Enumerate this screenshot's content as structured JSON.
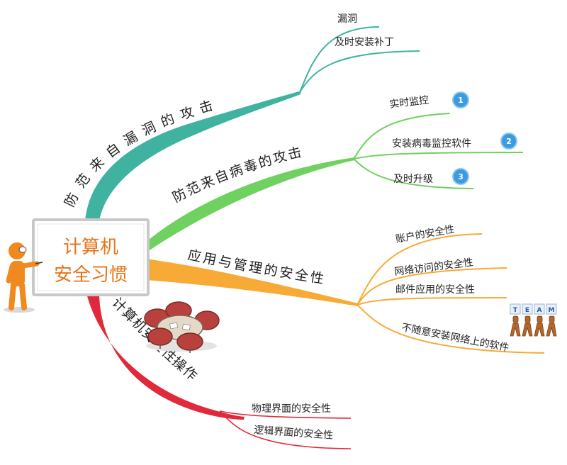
{
  "center": {
    "line1": "计算机",
    "line2": "安全习惯"
  },
  "branches": [
    {
      "label": "防范来自漏洞的攻击",
      "color": "#3fb3a0",
      "leaves": [
        "漏洞",
        "及时安装补丁"
      ]
    },
    {
      "label": "防范来自病毒的攻击",
      "color": "#6fd160",
      "leaves": [
        "实时监控",
        "安装病毒监控软件",
        "及时升级"
      ],
      "badges": [
        "1",
        "2",
        "3"
      ]
    },
    {
      "label": "应用与管理的安全性",
      "color": "#f7ab36",
      "leaves": [
        "账户的安全性",
        "网络访问的安全性",
        "邮件应用的安全性",
        "不随意安装网络上的软件"
      ]
    },
    {
      "label": "计算机安全性操作",
      "color": "#e0293a",
      "leaves": [
        "物理界面的安全性",
        "逻辑界面的安全性"
      ]
    }
  ],
  "team_letters": [
    "T",
    "E",
    "A",
    "M"
  ],
  "colors": {
    "center_text": "#e8741a",
    "board_border": "#c8c8c8",
    "figure": "#f08a1e"
  }
}
